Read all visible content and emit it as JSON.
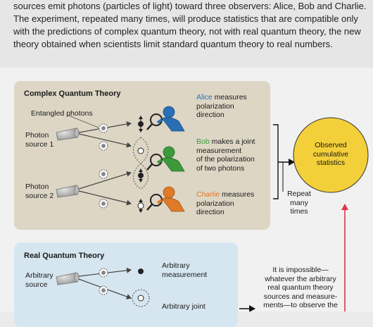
{
  "intro": {
    "lines": [
      "sources emit photons (particles of light) toward three observers: Alice, Bob and Charlie.",
      "The experiment, repeated many times, will produce statistics that are compatible only",
      "with the predictions of complex quantum theory, not with real quantum theory, the new",
      "theory obtained when scientists limit standard quantum theory to real numbers."
    ]
  },
  "complex": {
    "title": "Complex Quantum Theory",
    "entangled": "Entangled photons",
    "source1": [
      "Photon",
      "source 1"
    ],
    "source2": [
      "Photon",
      "source 2"
    ],
    "alice": {
      "name": "Alice",
      "rest1": " measures",
      "line2": "polarization",
      "line3": "direction"
    },
    "bob": {
      "name": "Bob",
      "rest1": " makes a joint",
      "line2": "measurement",
      "line3": "of the polarization",
      "line4": "of two photons"
    },
    "charlie": {
      "name": "Charlie",
      "rest1": " measures",
      "line2": "polarization",
      "line3": "direction"
    }
  },
  "result": {
    "circle": [
      "Observed",
      "cumulative",
      "statistics"
    ],
    "repeat": [
      "Repeat",
      "many",
      "times"
    ]
  },
  "real": {
    "title": "Real Quantum Theory",
    "source": [
      "Arbitrary",
      "source"
    ],
    "meas1": [
      "Arbitrary",
      "measurement"
    ],
    "meas2": [
      "Arbitrary joint"
    ]
  },
  "impossible": [
    "It is impossible—",
    "whatever the arbitrary",
    "real quantum theory",
    "sources and measure-",
    "ments—to observe the"
  ],
  "colors": {
    "alice": "#2a6fb5",
    "bob": "#3d9a3b",
    "charlie": "#e07a28",
    "circle": "#f3cf3a",
    "red_arrow": "#e0344a"
  }
}
